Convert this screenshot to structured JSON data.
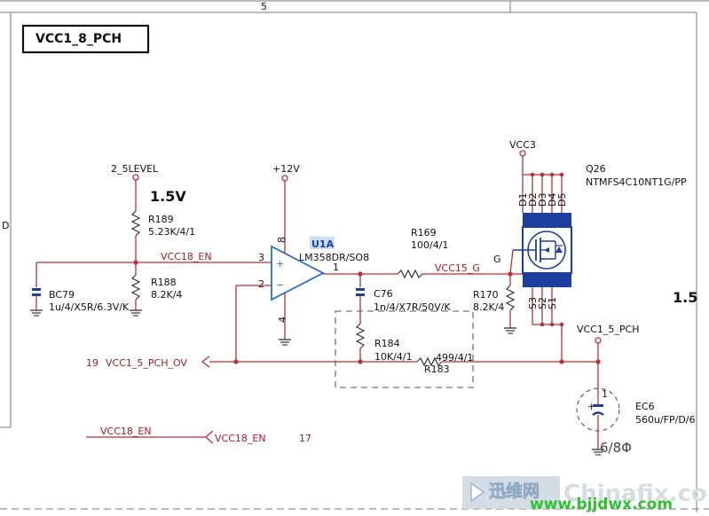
{
  "sheet": {
    "zone_column": "5",
    "zone_row": "D",
    "title_box": "VCC1_8_PCH"
  },
  "annotations": {
    "level_1v5": "1.5V",
    "edge_1v5": "1.5",
    "cap_note": "6/8Φ"
  },
  "power": {
    "level_2v5": "2_5LEVEL",
    "plus12v": "+12V",
    "vcc3": "VCC3",
    "vcc1_5_pch": "VCC1_5_PCH"
  },
  "nets": {
    "vcc18_en": "VCC18_EN",
    "vcc15_g": "VCC15_G",
    "gate_pin": "G",
    "vcc1_5_pch_ov": "VCC1_5_PCH_OV",
    "vcc1_5_pch_ov_ref": "19",
    "vcc18_en_bottom": "VCC18_EN",
    "vcc18_en_offpage": "VCC18_EN",
    "vcc18_en_ref": "17"
  },
  "components": {
    "u1a_ref": "U1A",
    "u1a_val": "LM358DR/SO8",
    "u1a_pin3": "3",
    "u1a_pin2": "2",
    "u1a_pin1": "1",
    "u1a_pin8": "8",
    "u1a_pin4": "4",
    "u1a_plus": "+",
    "u1a_minus": "−",
    "r189_ref": "R189",
    "r189_val": "5.23K/4/1",
    "r188_ref": "R188",
    "r188_val": "8.2K/4",
    "bc79_ref": "BC79",
    "bc79_val": "1u/4/X5R/6.3V/K",
    "r169_ref": "R169",
    "r169_val": "100/4/1",
    "c76_ref": "C76",
    "c76_val": "1n/4/X7R/50V/K",
    "r170_ref": "R170",
    "r170_val": "8.2K/4",
    "r184_ref": "R184",
    "r184_val": "10K/4/1",
    "r183_ref": "R183",
    "r183_val": "499/4/1",
    "q26_ref": "Q26",
    "q26_val": "NTMFS4C10NT1G/PP",
    "q26_pins_top": [
      "D1",
      "D2",
      "D3",
      "D4",
      "D5"
    ],
    "q26_pins_bottom": [
      "S3",
      "S2",
      "S1"
    ],
    "ec6_ref": "EC6",
    "ec6_val": "560u/FP/D/6",
    "ec6_pin": "1",
    "ec6_plus": "+"
  },
  "watermark": {
    "brand_cn": "迅维网",
    "site": "Chinafix.com",
    "url": "www.bjjdwx.com"
  }
}
